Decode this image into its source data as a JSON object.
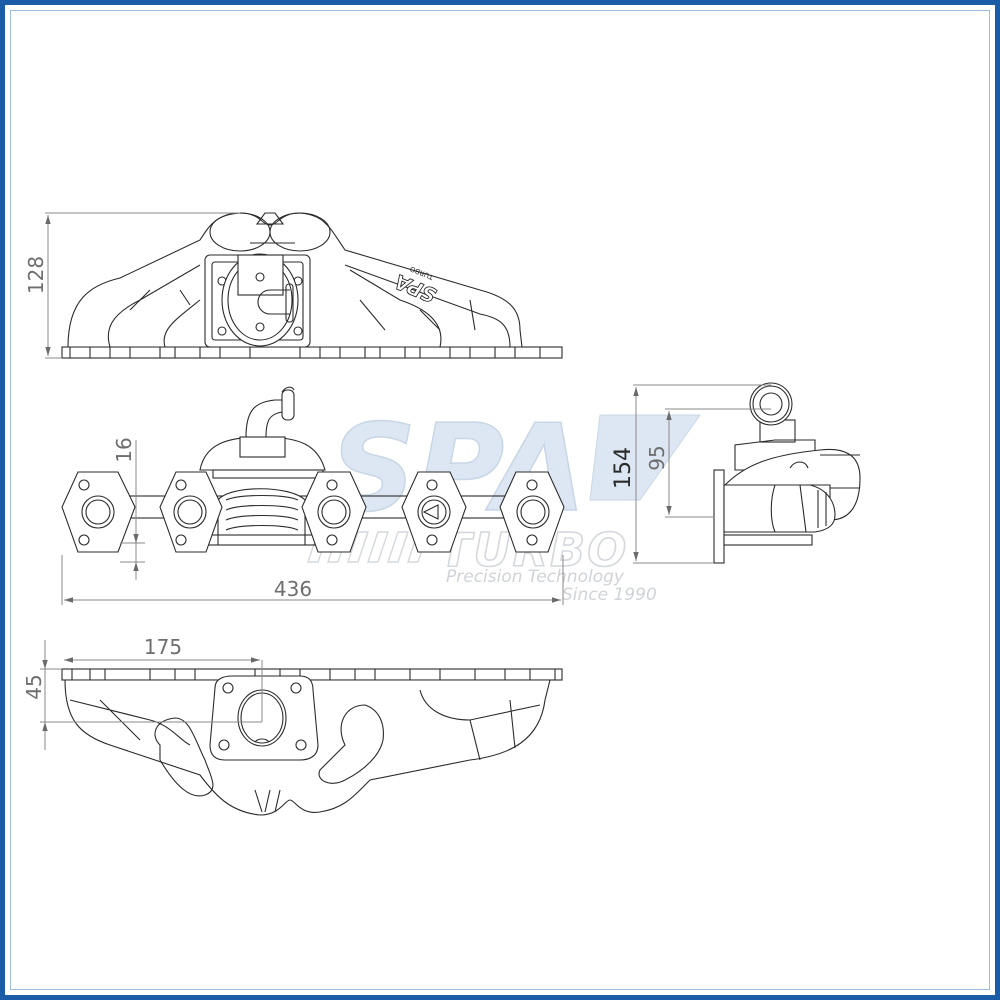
{
  "drawing": {
    "subject": "turbo exhaust manifold technical drawing",
    "frame_color": "#1a5ca6",
    "watermark": {
      "brand": "SPA",
      "sub_brand": "TURBO",
      "tagline": "Precision Technology",
      "since": "Since 1990",
      "cast_logo": "SPA TURBO"
    },
    "views": {
      "top": {
        "dimensions": {
          "height": "128"
        }
      },
      "front": {
        "dimensions": {
          "flange_offset": "16",
          "overall_length": "436"
        }
      },
      "side": {
        "dimensions": {
          "overall_height": "154",
          "center_height": "95"
        }
      },
      "bottom": {
        "dimensions": {
          "turbo_offset": "175",
          "depth": "45"
        }
      }
    }
  }
}
